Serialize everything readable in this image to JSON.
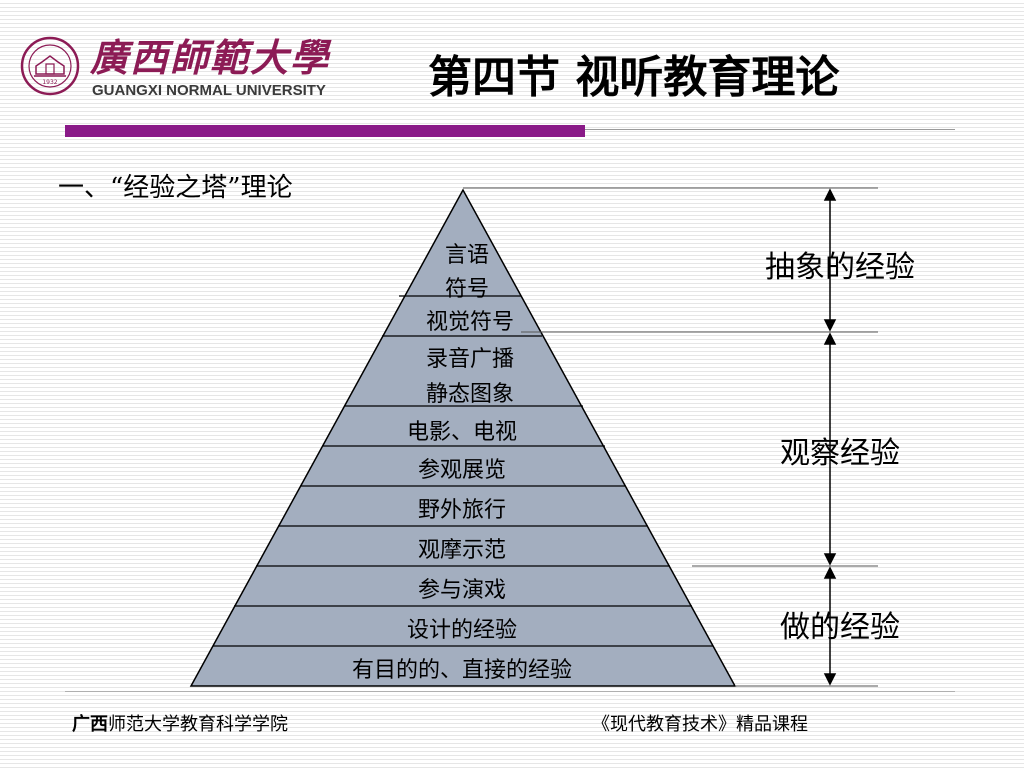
{
  "header": {
    "university_cn": "廣西師範大學",
    "university_en": "GUANGXI NORMAL UNIVERSITY",
    "emblem_year": "1932",
    "slide_title": "第四节 视听教育理论"
  },
  "section": {
    "heading": "一、“经验之塔”理论"
  },
  "pyramid": {
    "tiers": [
      "言语",
      "符号",
      "视觉符号",
      "录音广播",
      "静态图象",
      "电影、电视",
      "参观展览",
      "野外旅行",
      "观摩示范",
      "参与演戏",
      "设计的经验",
      "有目的的、直接的经验"
    ],
    "categories": [
      "抽象的经验",
      "观察经验",
      "做的经验"
    ],
    "colors": {
      "fill": "#a3aebf",
      "stroke": "#000000"
    }
  },
  "footer": {
    "left_bold": "广西",
    "left_rest": "师范大学教育科学学院",
    "right": "《现代教育技术》精品课程"
  },
  "colors": {
    "accent": "#8a1a88",
    "brand": "#8c1b55"
  }
}
